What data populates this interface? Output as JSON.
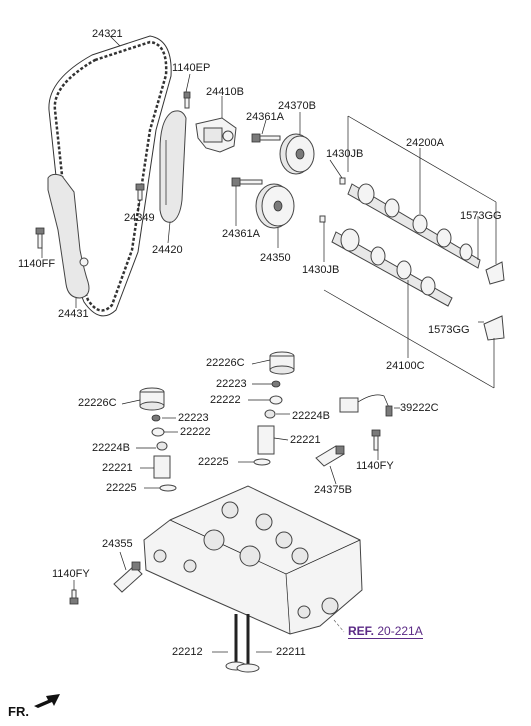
{
  "labels": {
    "p24321": "24321",
    "p1140EP": "1140EP",
    "p24410B": "24410B",
    "p24370B": "24370B",
    "p24361A_top": "24361A",
    "p1430JB_top": "1430JB",
    "p24200A": "24200A",
    "p1573GG_top": "1573GG",
    "p24349": "24349",
    "p24420": "24420",
    "p24361A_mid": "24361A",
    "p24350": "24350",
    "p1430JB_mid": "1430JB",
    "p1140FF": "1140FF",
    "p24431": "24431",
    "p1573GG_mid": "1573GG",
    "p24100C": "24100C",
    "p22226C_top": "22226C",
    "p22223_top": "22223",
    "p22222_top": "22222",
    "p22224B_top": "22224B",
    "p39222C": "39222C",
    "p22226C_left": "22226C",
    "p22223_left": "22223",
    "p22222_left": "22222",
    "p22221_right": "22221",
    "p22224B_left": "22224B",
    "p22225_mid": "22225",
    "p1140FY_right": "1140FY",
    "p22221_left": "22221",
    "p22225_left": "22225",
    "p24375B": "24375B",
    "p24355": "24355",
    "p1140FY_left": "1140FY",
    "p22212": "22212",
    "p22211": "22211"
  },
  "reference": {
    "prefix": "REF.",
    "number": "20-221A"
  },
  "direction": {
    "label": "FR."
  }
}
